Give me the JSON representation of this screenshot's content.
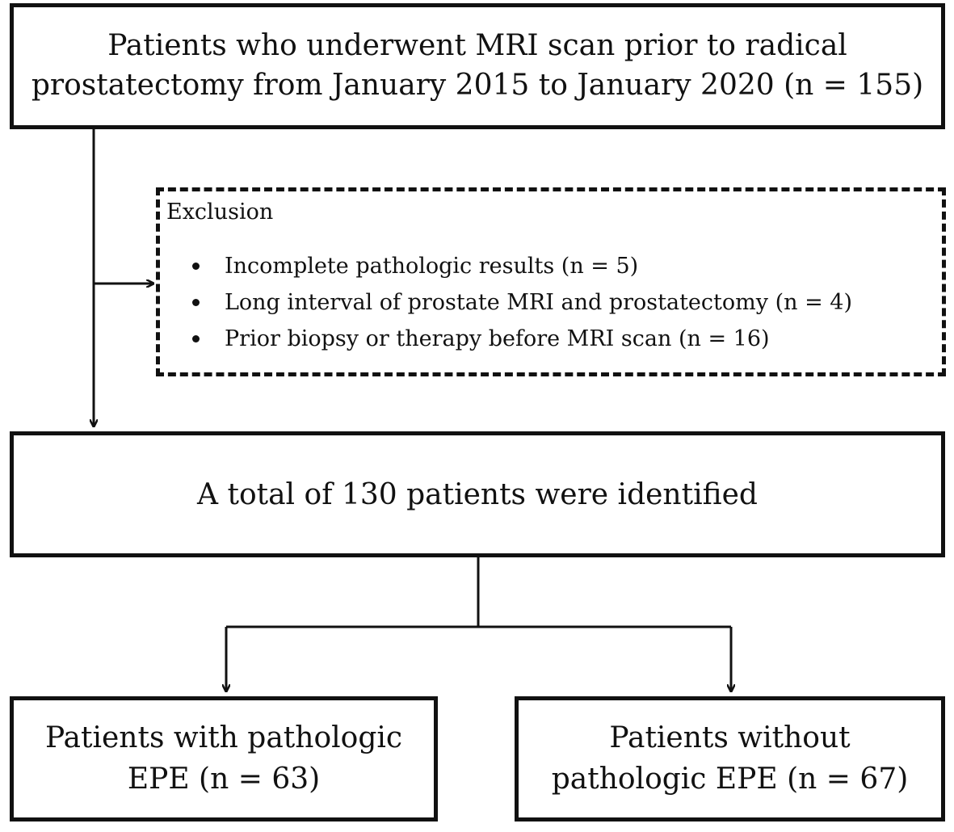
{
  "top_box": {
    "line1": "Patients who underwent MRI scan prior to radical",
    "line2": "prostatectomy from January 2015 to January 2020  (n = 155)"
  },
  "exclusion": {
    "title": "Exclusion",
    "items": [
      "Incomplete pathologic results (n = 5)",
      "Long interval of prostate MRI and prostatectomy (n = 4)",
      "Prior biopsy or therapy before MRI scan (n = 16)"
    ]
  },
  "middle_box": {
    "text": "A total of 130 patients were identified"
  },
  "left_box": {
    "line1": "Patients with pathologic",
    "line2": "EPE (n = 63)"
  },
  "right_box": {
    "line1": "Patients without",
    "line2": "pathologic EPE (n = 67)"
  },
  "colors": {
    "stroke": "#111111",
    "background": "#ffffff"
  }
}
